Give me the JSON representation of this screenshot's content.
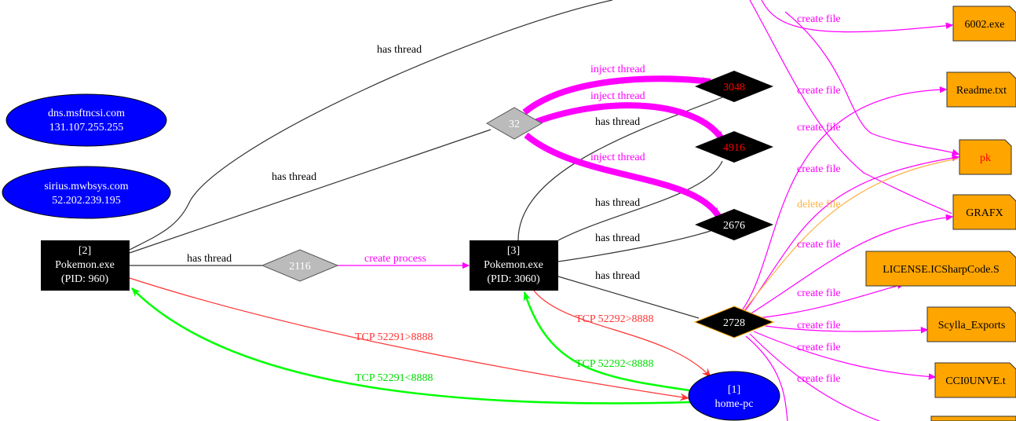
{
  "colors": {
    "process": "#000000",
    "thread": "#000000",
    "host": "#0000ff",
    "file": "#ffa500",
    "create": "#ff00ff",
    "delete": "#ffb040",
    "tcp_out": "#ff3030",
    "tcp_in": "#00ff00"
  },
  "nodes": {
    "dns": [
      "dns.msftncsi.com",
      "131.107.255.255"
    ],
    "sirius": [
      "sirius.mwbsys.com",
      "52.202.239.195"
    ],
    "p2": [
      "[2]",
      "Pokemon.exe",
      "(PID: 960)"
    ],
    "p3": [
      "[3]",
      "Pokemon.exe",
      "(PID: 3060)"
    ],
    "home": [
      "[1]",
      "home-pc"
    ],
    "t2116": "2116",
    "t32": "32",
    "t3048": "3048",
    "t4916": "4916",
    "t2676": "2676",
    "t2728": "2728",
    "files": [
      "6002.exe",
      "Readme.txt",
      "pk",
      "GRAFX",
      "LICENSE.ICSharpCode.S",
      "Scylla_Exports",
      "CCI0UNVE.t"
    ]
  },
  "edges": {
    "has_thread": "has thread",
    "inject_thread": "inject thread",
    "create_process": "create process",
    "create_file": "create file",
    "delete_file": "delete file",
    "tcp1_out": "TCP 52291>8888",
    "tcp1_in": "TCP 52291<8888",
    "tcp2_out": "TCP 52292>8888",
    "tcp2_in": "TCP 52292<8888"
  }
}
